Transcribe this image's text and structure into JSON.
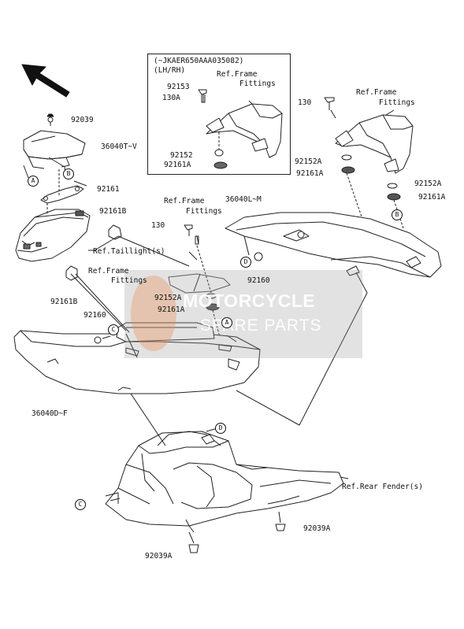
{
  "inset": {
    "header1": "(~JKAER650AAA035082)",
    "header2": "(LH/RH)",
    "ref1": "Ref.Frame",
    "ref2": "Fittings",
    "part_92153": "92153",
    "part_130A": "130A",
    "part_92152": "92152",
    "part_92161A": "92161A"
  },
  "labels": {
    "p92039": "92039",
    "p36040TV": "36040T~V",
    "p92161": "92161",
    "p92161B_top": "92161B",
    "ref_taillight": "Ref.Taillight(s)",
    "ref_frame_mid1": "Ref.Frame",
    "ref_frame_mid2": "Fittings",
    "p92161B_bot": "92161B",
    "p92160_left": "92160",
    "p36040DF": "36040D~F",
    "ref_frame_top1": "Ref.Frame",
    "ref_frame_top2": "Fittings",
    "p130_mid": "130",
    "p92152A_mid": "92152A",
    "p92161A_mid": "92161A",
    "p36040LM": "36040L~M",
    "p92160_mid": "92160",
    "p130_right": "130",
    "ref_frame_right1": "Ref.Frame",
    "ref_frame_right2": "Fittings",
    "p92152A_r1": "92152A",
    "p92161A_r1": "92161A",
    "p92152A_r2": "92152A",
    "p92161A_r2": "92161A",
    "ref_rear_fender": "Ref.Rear Fender(s)",
    "p92039A_right": "92039A",
    "p92039A_bot": "92039A"
  },
  "callouts": {
    "A": "A",
    "B": "B",
    "C": "C",
    "D": "D"
  },
  "watermark": {
    "line1": "MOTORCYCLE",
    "line2": "SPARE PARTS"
  }
}
